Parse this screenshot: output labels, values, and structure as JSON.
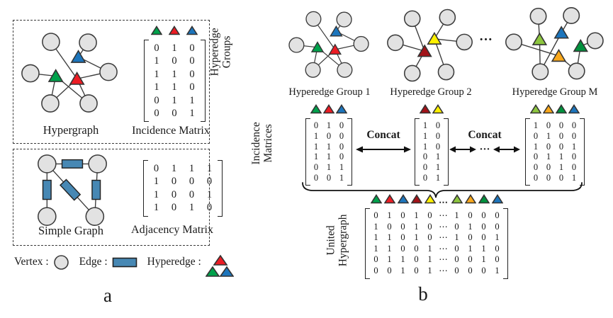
{
  "colors": {
    "green": "#00A14B",
    "red": "#EC1C24",
    "blue": "#1C75BC",
    "darkred": "#A21218",
    "yellow": "#FFF100",
    "lightgreen": "#8DC63F",
    "orange": "#F9A81B",
    "darkgreen": "#00913D",
    "vertex_fill": "#E2E2E2",
    "edge_fill": "#4788B4"
  },
  "panel_a": {
    "caption": "a",
    "hypergraph_label": "Hypergraph",
    "incidence_label": "Incidence Matrix",
    "simple_graph_label": "Simple Graph",
    "adjacency_label": "Adjacency Matrix",
    "legend": {
      "vertex": "Vertex :",
      "edge": "Edge :",
      "hyperedge": "Hyperedge :"
    },
    "incidence_matrix": {
      "header": [
        "green",
        "red",
        "blue"
      ],
      "rows": [
        [
          "0",
          "1",
          "0"
        ],
        [
          "1",
          "0",
          "0"
        ],
        [
          "1",
          "1",
          "0"
        ],
        [
          "1",
          "1",
          "0"
        ],
        [
          "0",
          "1",
          "1"
        ],
        [
          "0",
          "0",
          "1"
        ]
      ]
    },
    "adjacency_matrix": {
      "header": [],
      "rows": [
        [
          "0",
          "1",
          "1",
          "1"
        ],
        [
          "1",
          "0",
          "0",
          "0"
        ],
        [
          "1",
          "0",
          "0",
          "1"
        ],
        [
          "1",
          "0",
          "1",
          "0"
        ]
      ]
    }
  },
  "panel_b": {
    "caption": "b",
    "row_labels": {
      "groups": "Hyperedge Groups",
      "matrices": "Incidence Matrices",
      "united": "United Hypergraph"
    },
    "group_labels": [
      "Hyperedge Group 1",
      "Hyperedge Group 2",
      "Hyperedge Group M"
    ],
    "groups_ellipsis": "···",
    "concat_label_1": "Concat",
    "concat_label_2": "Concat",
    "concat_ellipsis": "···",
    "matrix_1": {
      "header": [
        "green",
        "red",
        "blue"
      ],
      "rows": [
        [
          "0",
          "1",
          "0"
        ],
        [
          "1",
          "0",
          "0"
        ],
        [
          "1",
          "1",
          "0"
        ],
        [
          "1",
          "1",
          "0"
        ],
        [
          "0",
          "1",
          "1"
        ],
        [
          "0",
          "0",
          "1"
        ]
      ]
    },
    "matrix_2": {
      "header": [
        "darkred",
        "yellow"
      ],
      "rows": [
        [
          "1",
          "0"
        ],
        [
          "1",
          "0"
        ],
        [
          "1",
          "0"
        ],
        [
          "0",
          "1"
        ],
        [
          "0",
          "1"
        ],
        [
          "0",
          "1"
        ]
      ]
    },
    "matrix_m": {
      "header": [
        "lightgreen",
        "orange",
        "darkgreen",
        "blue"
      ],
      "rows": [
        [
          "1",
          "0",
          "0",
          "0"
        ],
        [
          "0",
          "1",
          "0",
          "0"
        ],
        [
          "1",
          "0",
          "0",
          "1"
        ],
        [
          "0",
          "1",
          "1",
          "0"
        ],
        [
          "0",
          "0",
          "1",
          "0"
        ],
        [
          "0",
          "0",
          "0",
          "1"
        ]
      ]
    },
    "united_matrix": {
      "header": [
        "green",
        "red",
        "blue",
        "darkred",
        "yellow",
        "dots",
        "lightgreen",
        "orange",
        "darkgreen",
        "blue"
      ],
      "rows": [
        [
          "0",
          "1",
          "0",
          "1",
          "0",
          "⋯",
          "1",
          "0",
          "0",
          "0"
        ],
        [
          "1",
          "0",
          "0",
          "1",
          "0",
          "⋯",
          "0",
          "1",
          "0",
          "0"
        ],
        [
          "1",
          "1",
          "0",
          "1",
          "0",
          "⋯",
          "1",
          "0",
          "0",
          "1"
        ],
        [
          "1",
          "1",
          "0",
          "0",
          "1",
          "⋯",
          "0",
          "1",
          "1",
          "0"
        ],
        [
          "0",
          "1",
          "1",
          "0",
          "1",
          "⋯",
          "0",
          "0",
          "1",
          "0"
        ],
        [
          "0",
          "0",
          "1",
          "0",
          "1",
          "⋯",
          "0",
          "0",
          "0",
          "1"
        ]
      ]
    }
  }
}
